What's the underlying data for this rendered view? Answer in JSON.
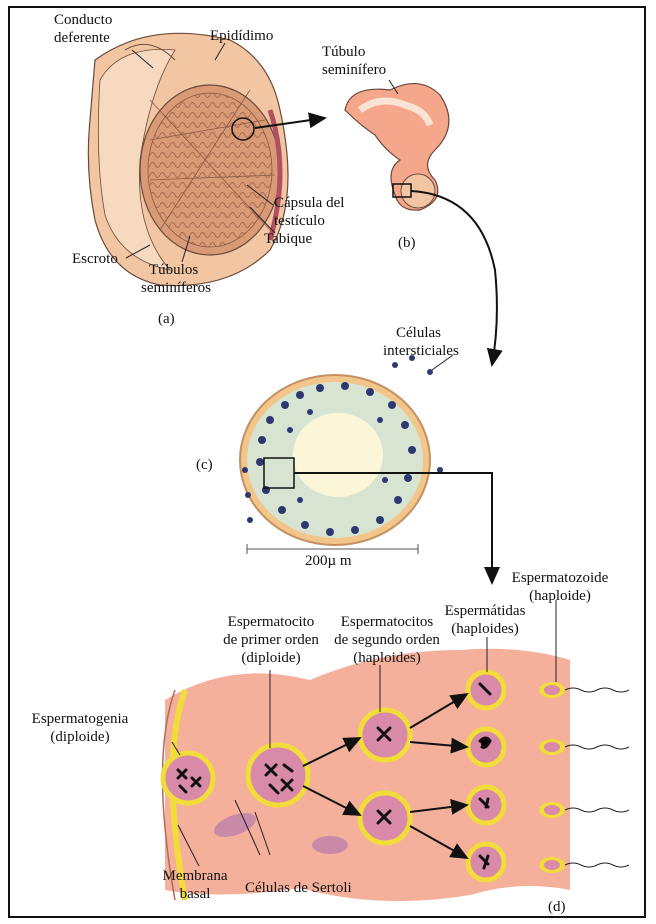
{
  "labels": {
    "conducto_deferente": [
      "Conducto",
      "deferente"
    ],
    "epididimo": "Epidídimo",
    "tubulo_seminifero": [
      "Túbulo",
      "seminífero"
    ],
    "capsula": [
      "Cápsula del",
      "testículo"
    ],
    "tabique": "Tabique",
    "escroto": "Escroto",
    "tubulos_seminiferos": [
      "Túbulos",
      "seminíferos"
    ],
    "panel_a": "(a)",
    "panel_b": "(b)",
    "celulas_intersticiales": [
      "Células",
      "intersticiales"
    ],
    "panel_c": "(c)",
    "scale": "200µ m",
    "espermatozoide": [
      "Espermatozoide",
      "(haploide)"
    ],
    "espermatidas": [
      "Espermátidas",
      "(haploides)"
    ],
    "espermatocito_primer": [
      "Espermatocito",
      "de primer orden",
      "(diploide)"
    ],
    "espermatocitos_segundo": [
      "Espermatocitos",
      "de segundo orden",
      "(haploides)"
    ],
    "espermatogenia": [
      "Espermatogenia",
      "(diploide)"
    ],
    "membrana_basal": [
      "Membrana",
      "basal"
    ],
    "celulas_sertoli": "Células de Sertoli",
    "panel_d": "(d)"
  },
  "colors": {
    "skin": "#f2c6a2",
    "skin_dark": "#d99a76",
    "pink": "#e8a8a0",
    "yellow": "#f2dc3a",
    "tissue": "#f4b09a",
    "cell_pink": "#d98aa8",
    "nucleus": "#24305a",
    "cell_bg": "#cfe0d0"
  }
}
